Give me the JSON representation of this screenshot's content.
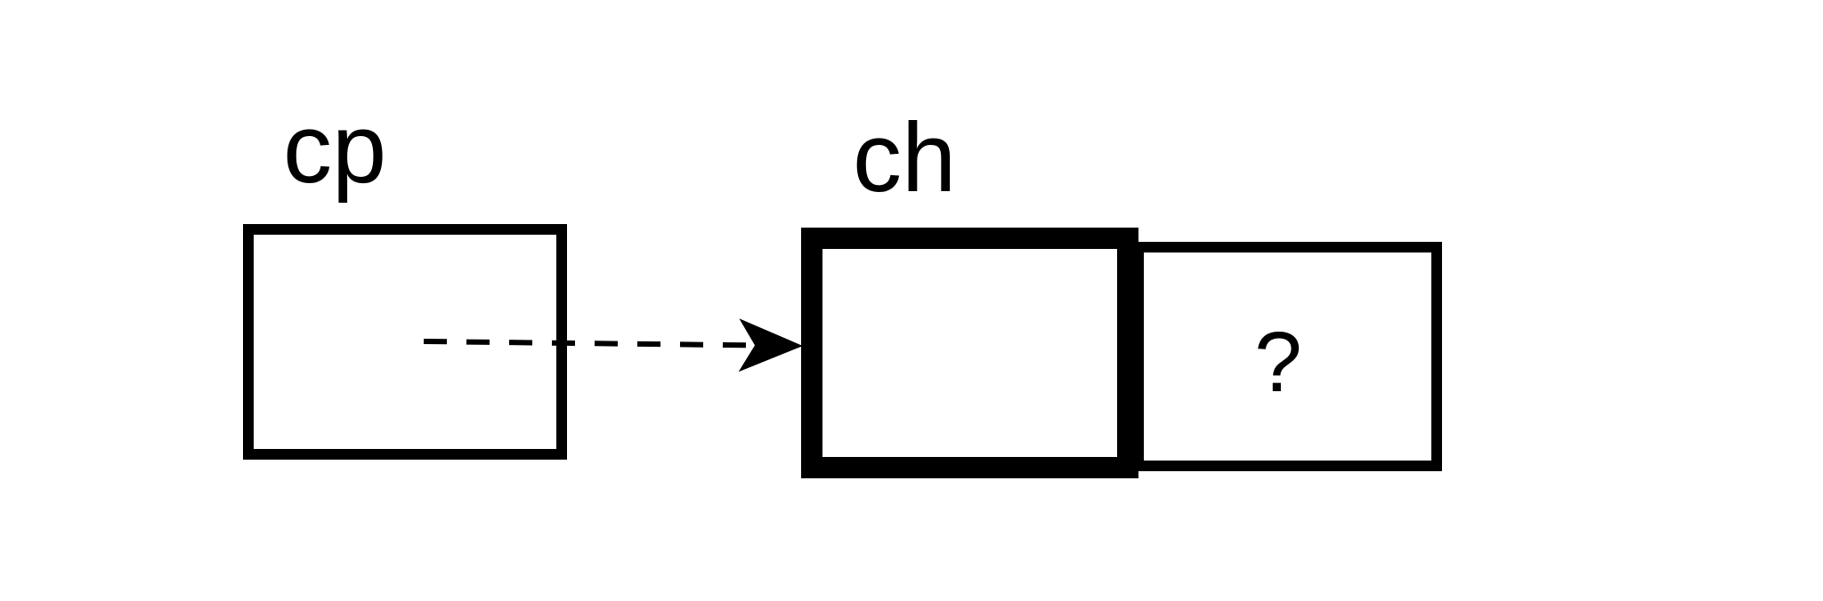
{
  "labels": {
    "cp": "cp",
    "ch": "ch"
  },
  "cells": {
    "cp_box": "",
    "ch_first": "",
    "ch_second": "?"
  },
  "arrow": {
    "from": "cp",
    "to": "ch",
    "style": "dashed"
  },
  "colors": {
    "ink": "#000000",
    "background": "#ffffff"
  }
}
